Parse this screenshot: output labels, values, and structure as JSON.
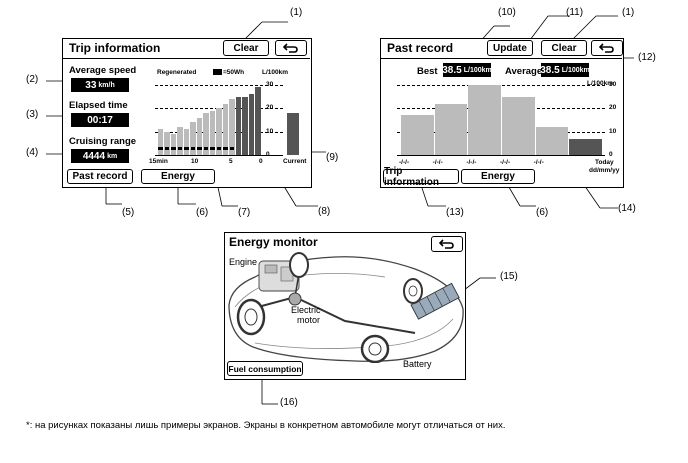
{
  "trip": {
    "title": "Trip information",
    "clear": "Clear",
    "back_icon": "back-arrow-icon",
    "avg_speed_label": "Average speed",
    "avg_speed_value": "33",
    "avg_speed_unit": "km/h",
    "elapsed_label": "Elapsed time",
    "elapsed_value": "00:17",
    "range_label": "Cruising range",
    "range_value": "4444",
    "range_unit": "km",
    "past_record_btn": "Past record",
    "energy_btn": "Energy",
    "regenerated": "Regenerated",
    "regen_unit": "=50Wh",
    "axis_unit": "L/100km",
    "x_ticks": [
      "15min",
      "10",
      "5",
      "0"
    ],
    "current_label": "Current"
  },
  "past": {
    "title": "Past record",
    "update": "Update",
    "clear": "Clear",
    "best_label": "Best",
    "best_value": "38.5",
    "best_unit": "L/100km",
    "average_label": "Average",
    "average_value": "38.5",
    "average_unit": "L/100km",
    "axis_unit": "L/100km",
    "date_ticks": [
      "-/-/-",
      "-/-/-",
      "-/-/-",
      "-/-/-",
      "-/-/-"
    ],
    "today": "Today",
    "today_fmt": "dd/mm/yy",
    "trip_info_btn": "Trip information",
    "energy_btn": "Energy"
  },
  "energy": {
    "title": "Energy monitor",
    "engine": "Engine",
    "motor_line1": "Electric",
    "motor_line2": "motor",
    "battery": "Battery",
    "fuel_btn": "Fuel consumption"
  },
  "callouts": [
    "(1)",
    "(2)",
    "(3)",
    "(4)",
    "(5)",
    "(6)",
    "(7)",
    "(8)",
    "(9)",
    "(10)",
    "(11)",
    "(12)",
    "(13)",
    "(14)",
    "(15)",
    "(16)"
  ],
  "note": "*: на рисунках показаны лишь примеры экранов. Экраны в конкретном автомобиле могут отличаться от них.",
  "chart_data": [
    {
      "type": "bar",
      "ylabel": "L/100km",
      "ylim": [
        0,
        30
      ],
      "yticks": [
        0,
        10,
        20,
        30
      ],
      "categories": [
        "15min",
        "10",
        "5",
        "0"
      ],
      "values": [
        11,
        10,
        9,
        12,
        11,
        14,
        16,
        18,
        19,
        20,
        22,
        24,
        25,
        25,
        26,
        29
      ],
      "current": 18
    },
    {
      "type": "bar",
      "ylabel": "L/100km",
      "ylim": [
        0,
        30
      ],
      "yticks": [
        0,
        10,
        20,
        30
      ],
      "values": [
        17,
        22,
        30,
        25,
        12,
        7
      ]
    }
  ]
}
